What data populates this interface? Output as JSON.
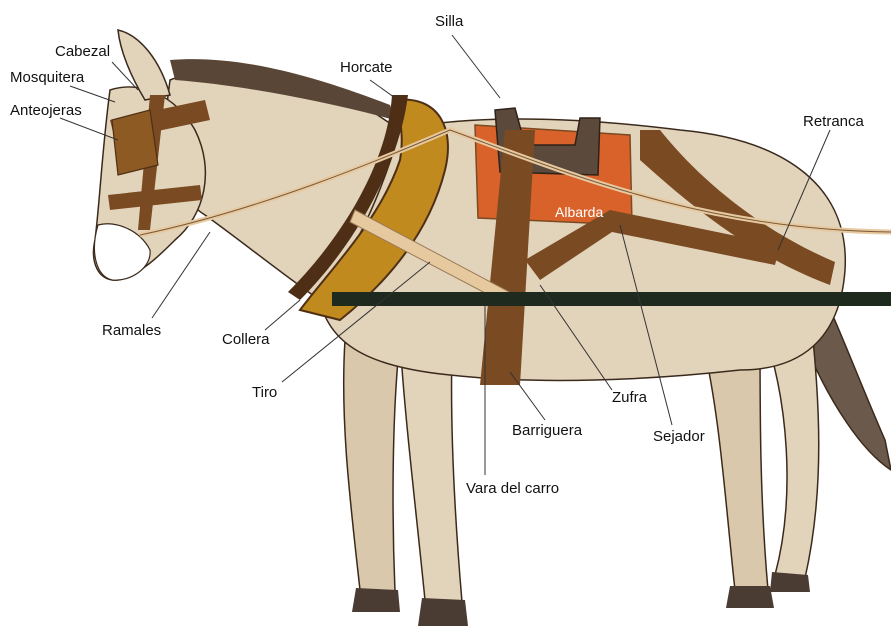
{
  "labels": {
    "cabezal": "Cabezal",
    "mosquitera": "Mosquitera",
    "anteojeras": "Anteojeras",
    "silla": "Silla",
    "horcate": "Horcate",
    "retranca": "Retranca",
    "albarda": "Albarda",
    "ramales": "Ramales",
    "collera": "Collera",
    "tiro": "Tiro",
    "zufra": "Zufra",
    "sejador": "Sejador",
    "barriguera": "Barriguera",
    "vara_del_carro": "Vara  del carro"
  },
  "colors": {
    "body": "#e2d3bb",
    "body_shade": "#cdb99a",
    "outline": "#3b2a1c",
    "mane": "#5a4636",
    "leather": "#7a4a22",
    "leather_dark": "#4e2f15",
    "collar_gold": "#c08a1f",
    "pad_orange": "#d9622a",
    "shaft": "#1f2a1e",
    "strap_light": "#e7c9a0",
    "hoof": "#4a3b33"
  }
}
